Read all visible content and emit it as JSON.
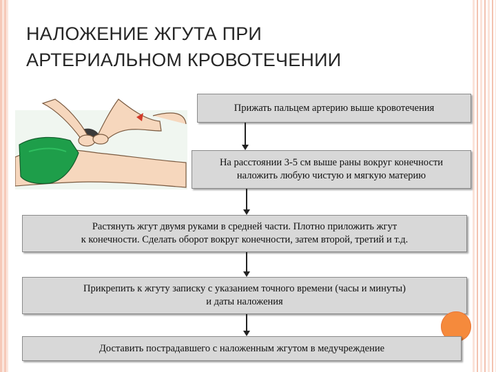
{
  "slide": {
    "title_line1": "НАЛОЖЕНИЕ ЖГУТА ПРИ",
    "title_line2": "АРТЕРИАЛЬНОМ КРОВОТЕЧЕНИИ"
  },
  "steps": [
    {
      "line1": "Прижать пальцем артерию выше кровотечения",
      "line2": ""
    },
    {
      "line1": "На расстоянии 3-5 см выше раны вокруг конечности",
      "line2": "наложить любую чистую и мягкую материю"
    },
    {
      "line1": "Растянуть жгут двумя руками в средней части. Плотно приложить жгут",
      "line2": "к конечности. Сделать оборот вокруг конечности, затем второй, третий и т.д."
    },
    {
      "line1": "Прикрепить к жгуту записку с указанием точного времени (часы и минуты)",
      "line2": "и даты наложения"
    },
    {
      "line1": "Доставить пострадавшего с наложенным жгутом в медучреждение",
      "line2": ""
    }
  ],
  "colors": {
    "box_fill": "#d8d8d8",
    "accent_orange": "#f58a3c",
    "garment_green": "#1e9e4a"
  }
}
